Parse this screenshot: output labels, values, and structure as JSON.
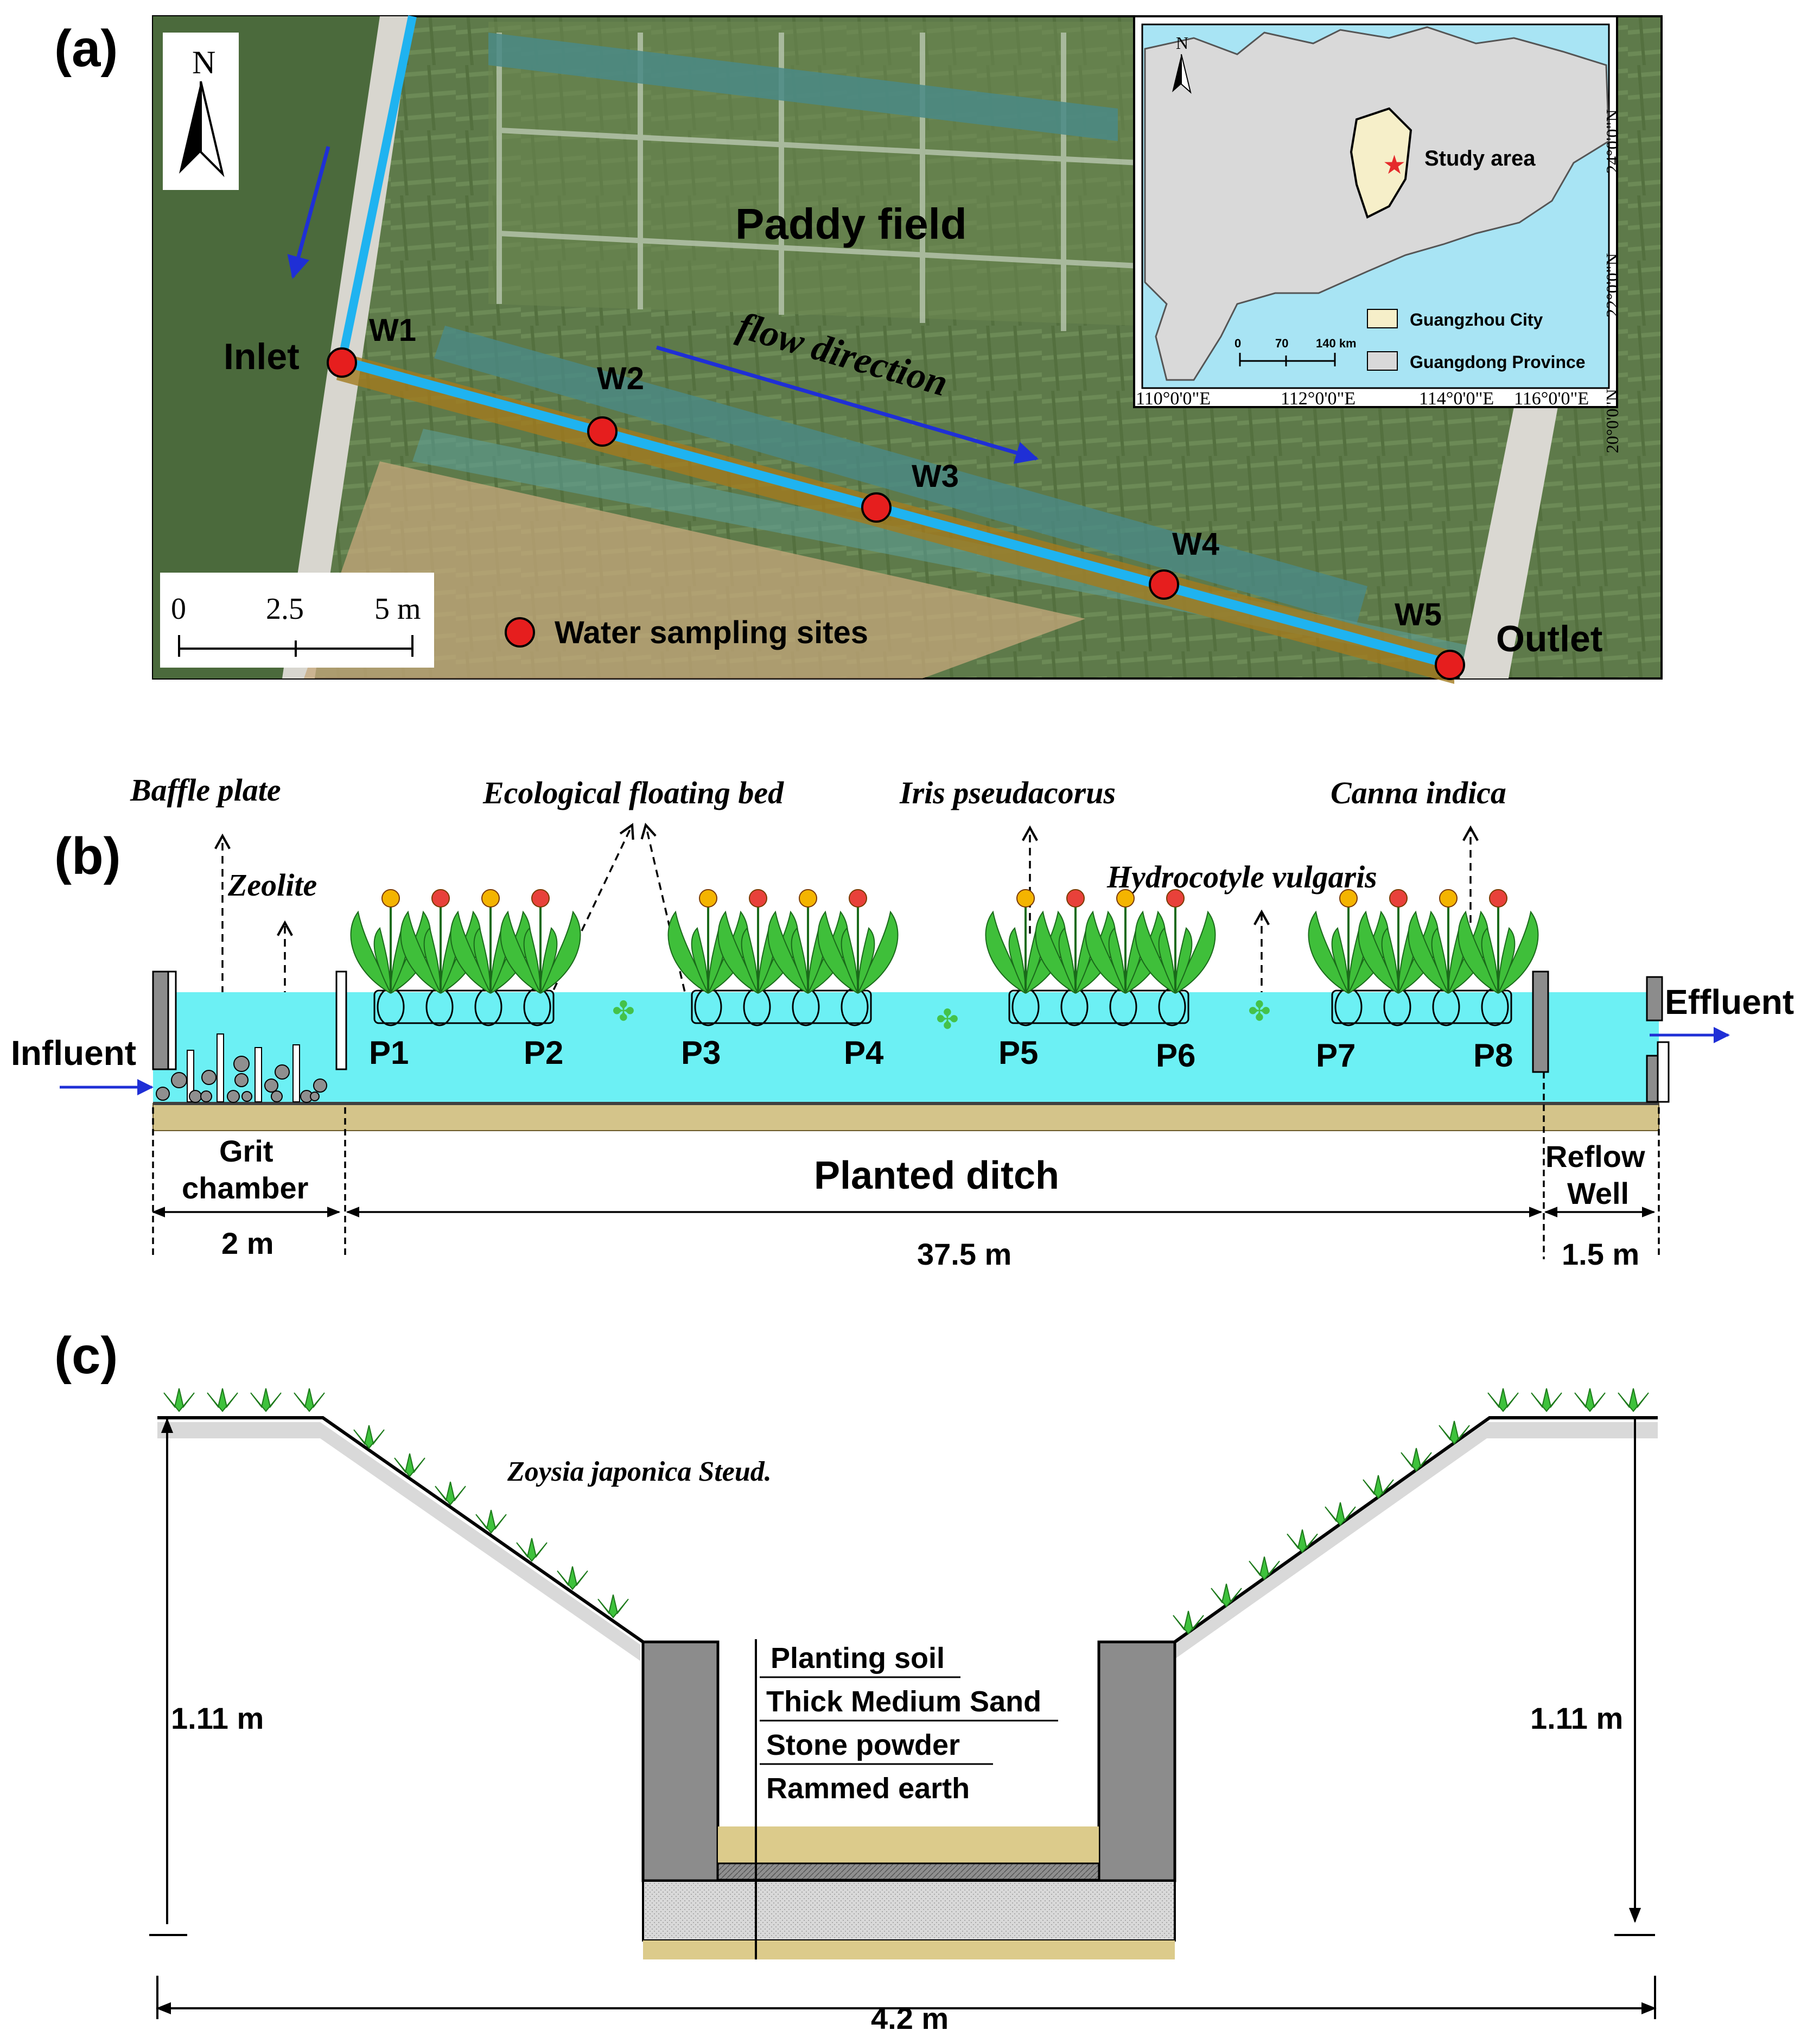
{
  "panel_labels": [
    "(a)",
    "(b)",
    "(c)"
  ],
  "panel_a": {
    "title": "Paddy field",
    "north": "N",
    "flow_label": "flow direction",
    "inlet": "Inlet",
    "outlet": "Outlet",
    "sites": [
      "W1",
      "W2",
      "W3",
      "W4",
      "W5"
    ],
    "legend_sampling": "Water sampling sites",
    "scale_ticks": [
      "0",
      "2.5",
      "5 m"
    ],
    "inset": {
      "north": "N",
      "study_area": "Study area",
      "legend_city": "Guangzhou City",
      "legend_province": "Guangdong Province",
      "scale": [
        "0",
        "70",
        "140 km"
      ],
      "lon_ticks": [
        "110°0'0\"E",
        "112°0'0\"E",
        "114°0'0\"E",
        "116°0'0\"E"
      ],
      "lat_ticks": [
        "24°0'0\"N",
        "22°0'0\"N",
        "20°0'0\"N"
      ],
      "colors": {
        "sea": "#a8e4f4",
        "province": "#d9d9d9",
        "city": "#f6efc9",
        "star": "#e52b2b"
      }
    }
  },
  "panel_b": {
    "annotations": {
      "baffle": "Baffle plate",
      "zeolite": "Zeolite",
      "floating_bed": "Ecological floating bed",
      "iris": "Iris pseudacorus",
      "hydrocotyle": "Hydrocotyle vulgaris",
      "canna": "Canna indica"
    },
    "influent": "Influent",
    "effluent": "Effluent",
    "plants": [
      "P1",
      "P2",
      "P3",
      "P4",
      "P5",
      "P6",
      "P7",
      "P8"
    ],
    "sections": {
      "grit_line1": "Grit",
      "grit_line2": "chamber",
      "planted": "Planted ditch",
      "reflow_line1": "Reflow",
      "reflow_line2": "Well"
    },
    "dims": {
      "grit": "2 m",
      "planted": "37.5 m",
      "reflow": "1.5 m"
    },
    "colors": {
      "water": "#6cf0f4",
      "soil": "#d4c48a"
    }
  },
  "panel_c": {
    "grass": "Zoysia japonica Steud.",
    "layers": [
      "Planting soil",
      "Thick Medium Sand",
      "Stone powder",
      "Rammed earth"
    ],
    "height_left": "1.11 m",
    "height_right": "1.11 m",
    "width": "4.2 m",
    "colors": {
      "grass": "#3ec23c",
      "wall": "#8c8c8c",
      "soil": "#dccb8b"
    }
  }
}
